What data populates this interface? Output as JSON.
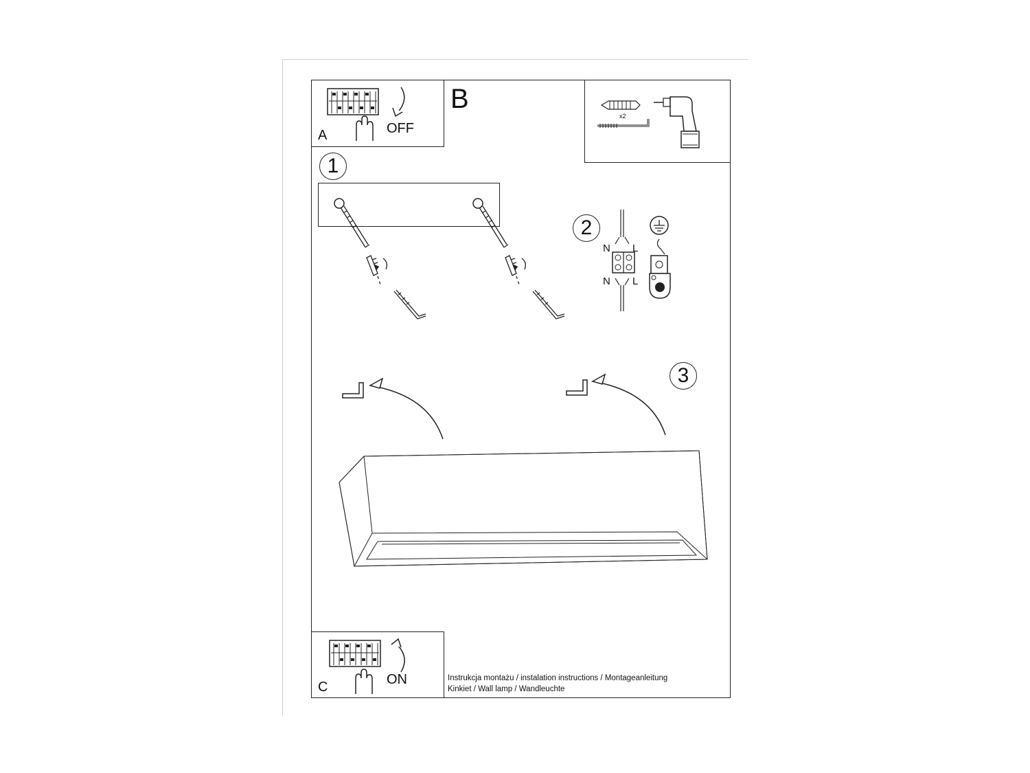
{
  "steps": {
    "a": {
      "letter": "A",
      "switch_state": "OFF"
    },
    "b": {
      "letter": "B"
    },
    "c": {
      "letter": "C",
      "switch_state": "ON"
    },
    "step1": "1",
    "step2": "2",
    "step3": "3"
  },
  "tools": {
    "quantity": "x2"
  },
  "wiring": {
    "neutral": "N",
    "live": "L"
  },
  "footer": {
    "line1": "Instrukcja montażu / instalation instructions / Montageanleitung",
    "line2": "Kinkiet / Wall lamp / Wandleuchte"
  }
}
